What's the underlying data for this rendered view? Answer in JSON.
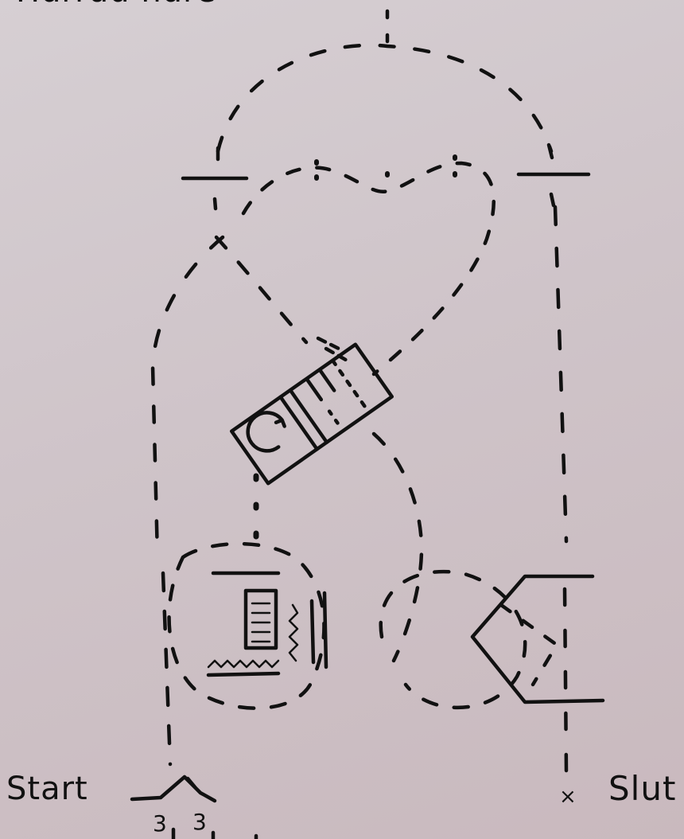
{
  "labels": {
    "start": "Start",
    "end": "Slut",
    "top_partial": "Hurrdu hure",
    "number_left": "3",
    "number_right": "3",
    "end_marker": "×"
  },
  "colors": {
    "paper": "#cfc4c9",
    "ink": "#111111"
  }
}
